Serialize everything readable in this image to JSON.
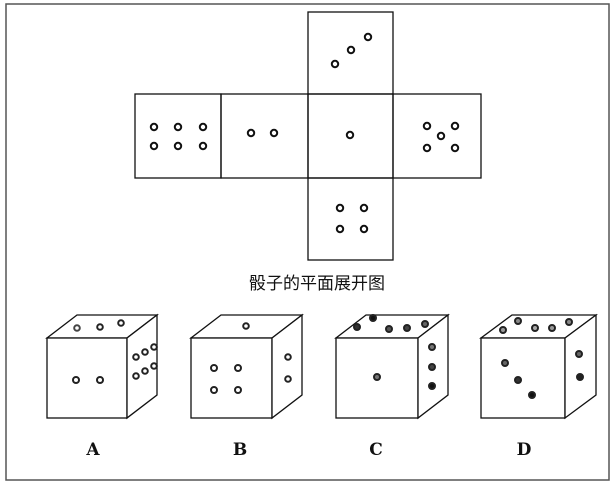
{
  "caption": "骰子的平面展开图",
  "net": {
    "faces": [
      {
        "id": "top",
        "pips": 3
      },
      {
        "id": "left-outer",
        "pips": 6
      },
      {
        "id": "left-inner",
        "pips": 2
      },
      {
        "id": "center",
        "pips": 1
      },
      {
        "id": "right",
        "pips": 5
      },
      {
        "id": "bottom",
        "pips": 4
      }
    ]
  },
  "options": [
    {
      "label": "A",
      "top_pips": 3,
      "front_pips": 2,
      "side_pips": 6
    },
    {
      "label": "B",
      "top_pips": 1,
      "front_pips": 4,
      "side_pips": 2
    },
    {
      "label": "C",
      "top_pips": 5,
      "front_pips": 1,
      "side_pips": 3
    },
    {
      "label": "D",
      "top_pips": 5,
      "front_pips": 3,
      "side_pips": 2
    }
  ]
}
